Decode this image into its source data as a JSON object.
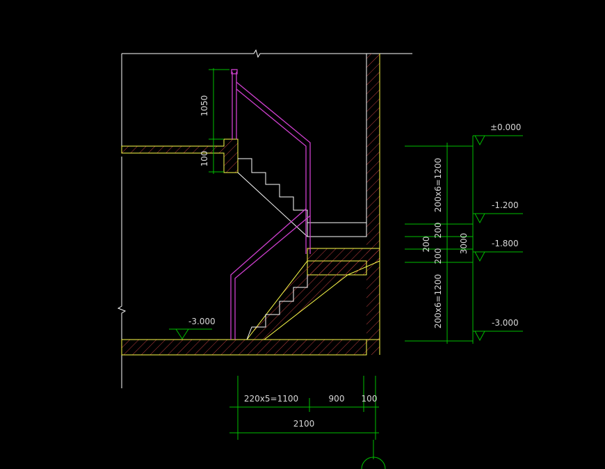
{
  "colors": {
    "background": "#000000",
    "outline": "#ffffff",
    "slab_edge": "#ffff4a",
    "handrail": "#d040d0",
    "dimension": "#00c000",
    "concrete_hatch": "#c04040",
    "text": "#d8d8d8"
  },
  "elevations": {
    "top": "±0.000",
    "landing_upper": "-1.200",
    "landing_lower": "-1.800",
    "bottom": "-3.000",
    "floor_left": "-3.000"
  },
  "vertical_dims": {
    "rail_height": "1050",
    "curb_height": "100",
    "flight_upper": "200x6=1200",
    "landing_gap_1": "200",
    "landing_gap_2": "200",
    "landing_gap_3": "200",
    "total_height": "3000",
    "flight_lower": "200x6=1200"
  },
  "horizontal_dims": {
    "treads": "220x5=1100",
    "landing": "900",
    "wall": "100",
    "total": "2100"
  }
}
